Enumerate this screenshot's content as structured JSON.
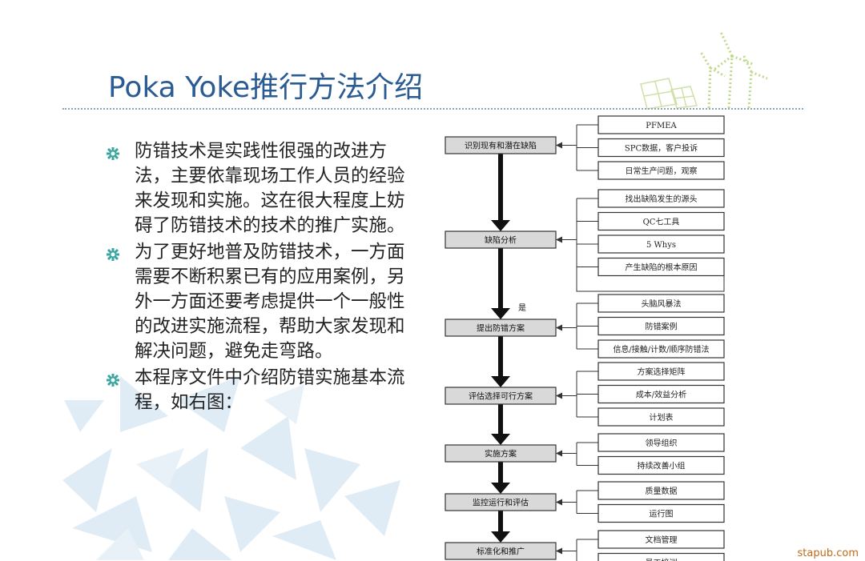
{
  "slide": {
    "title": "Poka Yoke推行方法介绍",
    "bullets": [
      {
        "text": "防错技术是实践性很强的改进方法，主要依靠现场工作人员的经验来发现和实施。这在很大程度上妨碍了防错技术的技术的推广实施。"
      },
      {
        "text": "为了更好地普及防错技术，一方面需要不断积累已有的应用案例，另外一方面还要考虑提供一个一般性的改进实施流程，帮助大家发现和解决问题，避免走弯路。"
      },
      {
        "text": "本程序文件中介绍防错实施基本流程，如右图："
      }
    ],
    "watermark": "stapub.com"
  },
  "flowchart": {
    "steps": [
      {
        "label": "识别现有和潜在缺陷",
        "inputs": [
          "PFMEA",
          "SPC数据，客户投诉",
          "日常生产问题，观察"
        ]
      },
      {
        "label": "缺陷分析",
        "inputs": [
          "找出缺陷发生的源头",
          "QC七工具",
          "5 Whys",
          "产生缺陷的根本原因"
        ]
      },
      {
        "label": "提出防错方案",
        "inputs": [
          "头脑风暴法",
          "防错案例",
          "信息/接触/计数/顺序防错法"
        ]
      },
      {
        "label": "评估选择可行方案",
        "inputs": [
          "方案选择矩阵",
          "成本/效益分析",
          "计划表"
        ]
      },
      {
        "label": "实施方案",
        "inputs": [
          "领导组织",
          "持续改善小组"
        ]
      },
      {
        "label": "监控运行和评估",
        "inputs": [
          "质量数据",
          "运行图"
        ]
      },
      {
        "label": "标准化和推广",
        "inputs": [
          "文档管理",
          "员工培训"
        ]
      }
    ],
    "yes_label": "是",
    "colors": {
      "step_fill": "#d9d9d9",
      "border": "#333333",
      "arrow": "#111111"
    }
  }
}
